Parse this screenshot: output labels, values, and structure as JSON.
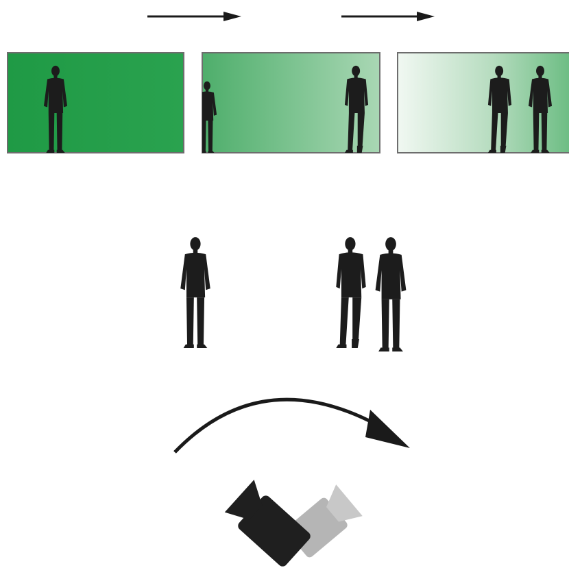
{
  "colors": {
    "background": "#ffffff",
    "silhouette": "#1c1c1c",
    "frame_border": "#6d6d6d",
    "green_dark": "#1f9a45",
    "green_mid": "#62b67c",
    "green_light": "#eef7ef",
    "arrow": "#1a1a1a",
    "camera_front": "#1f1f1f",
    "camera_back": "#b5b5b5"
  },
  "icons": {
    "timeline_arrow": "right-arrow-icon",
    "camera_path": "curved-arrow-icon",
    "camera": "video-camera-icon",
    "person": "person-silhouette-icon"
  },
  "frames": [
    {
      "gradient": "solid-green",
      "people_visible": 1
    },
    {
      "gradient": "green-fade-right",
      "people_visible": 2
    },
    {
      "gradient": "light-fade-left",
      "people_visible": 2
    }
  ],
  "scene": {
    "left_group_people": 1,
    "right_group_people": 2
  }
}
